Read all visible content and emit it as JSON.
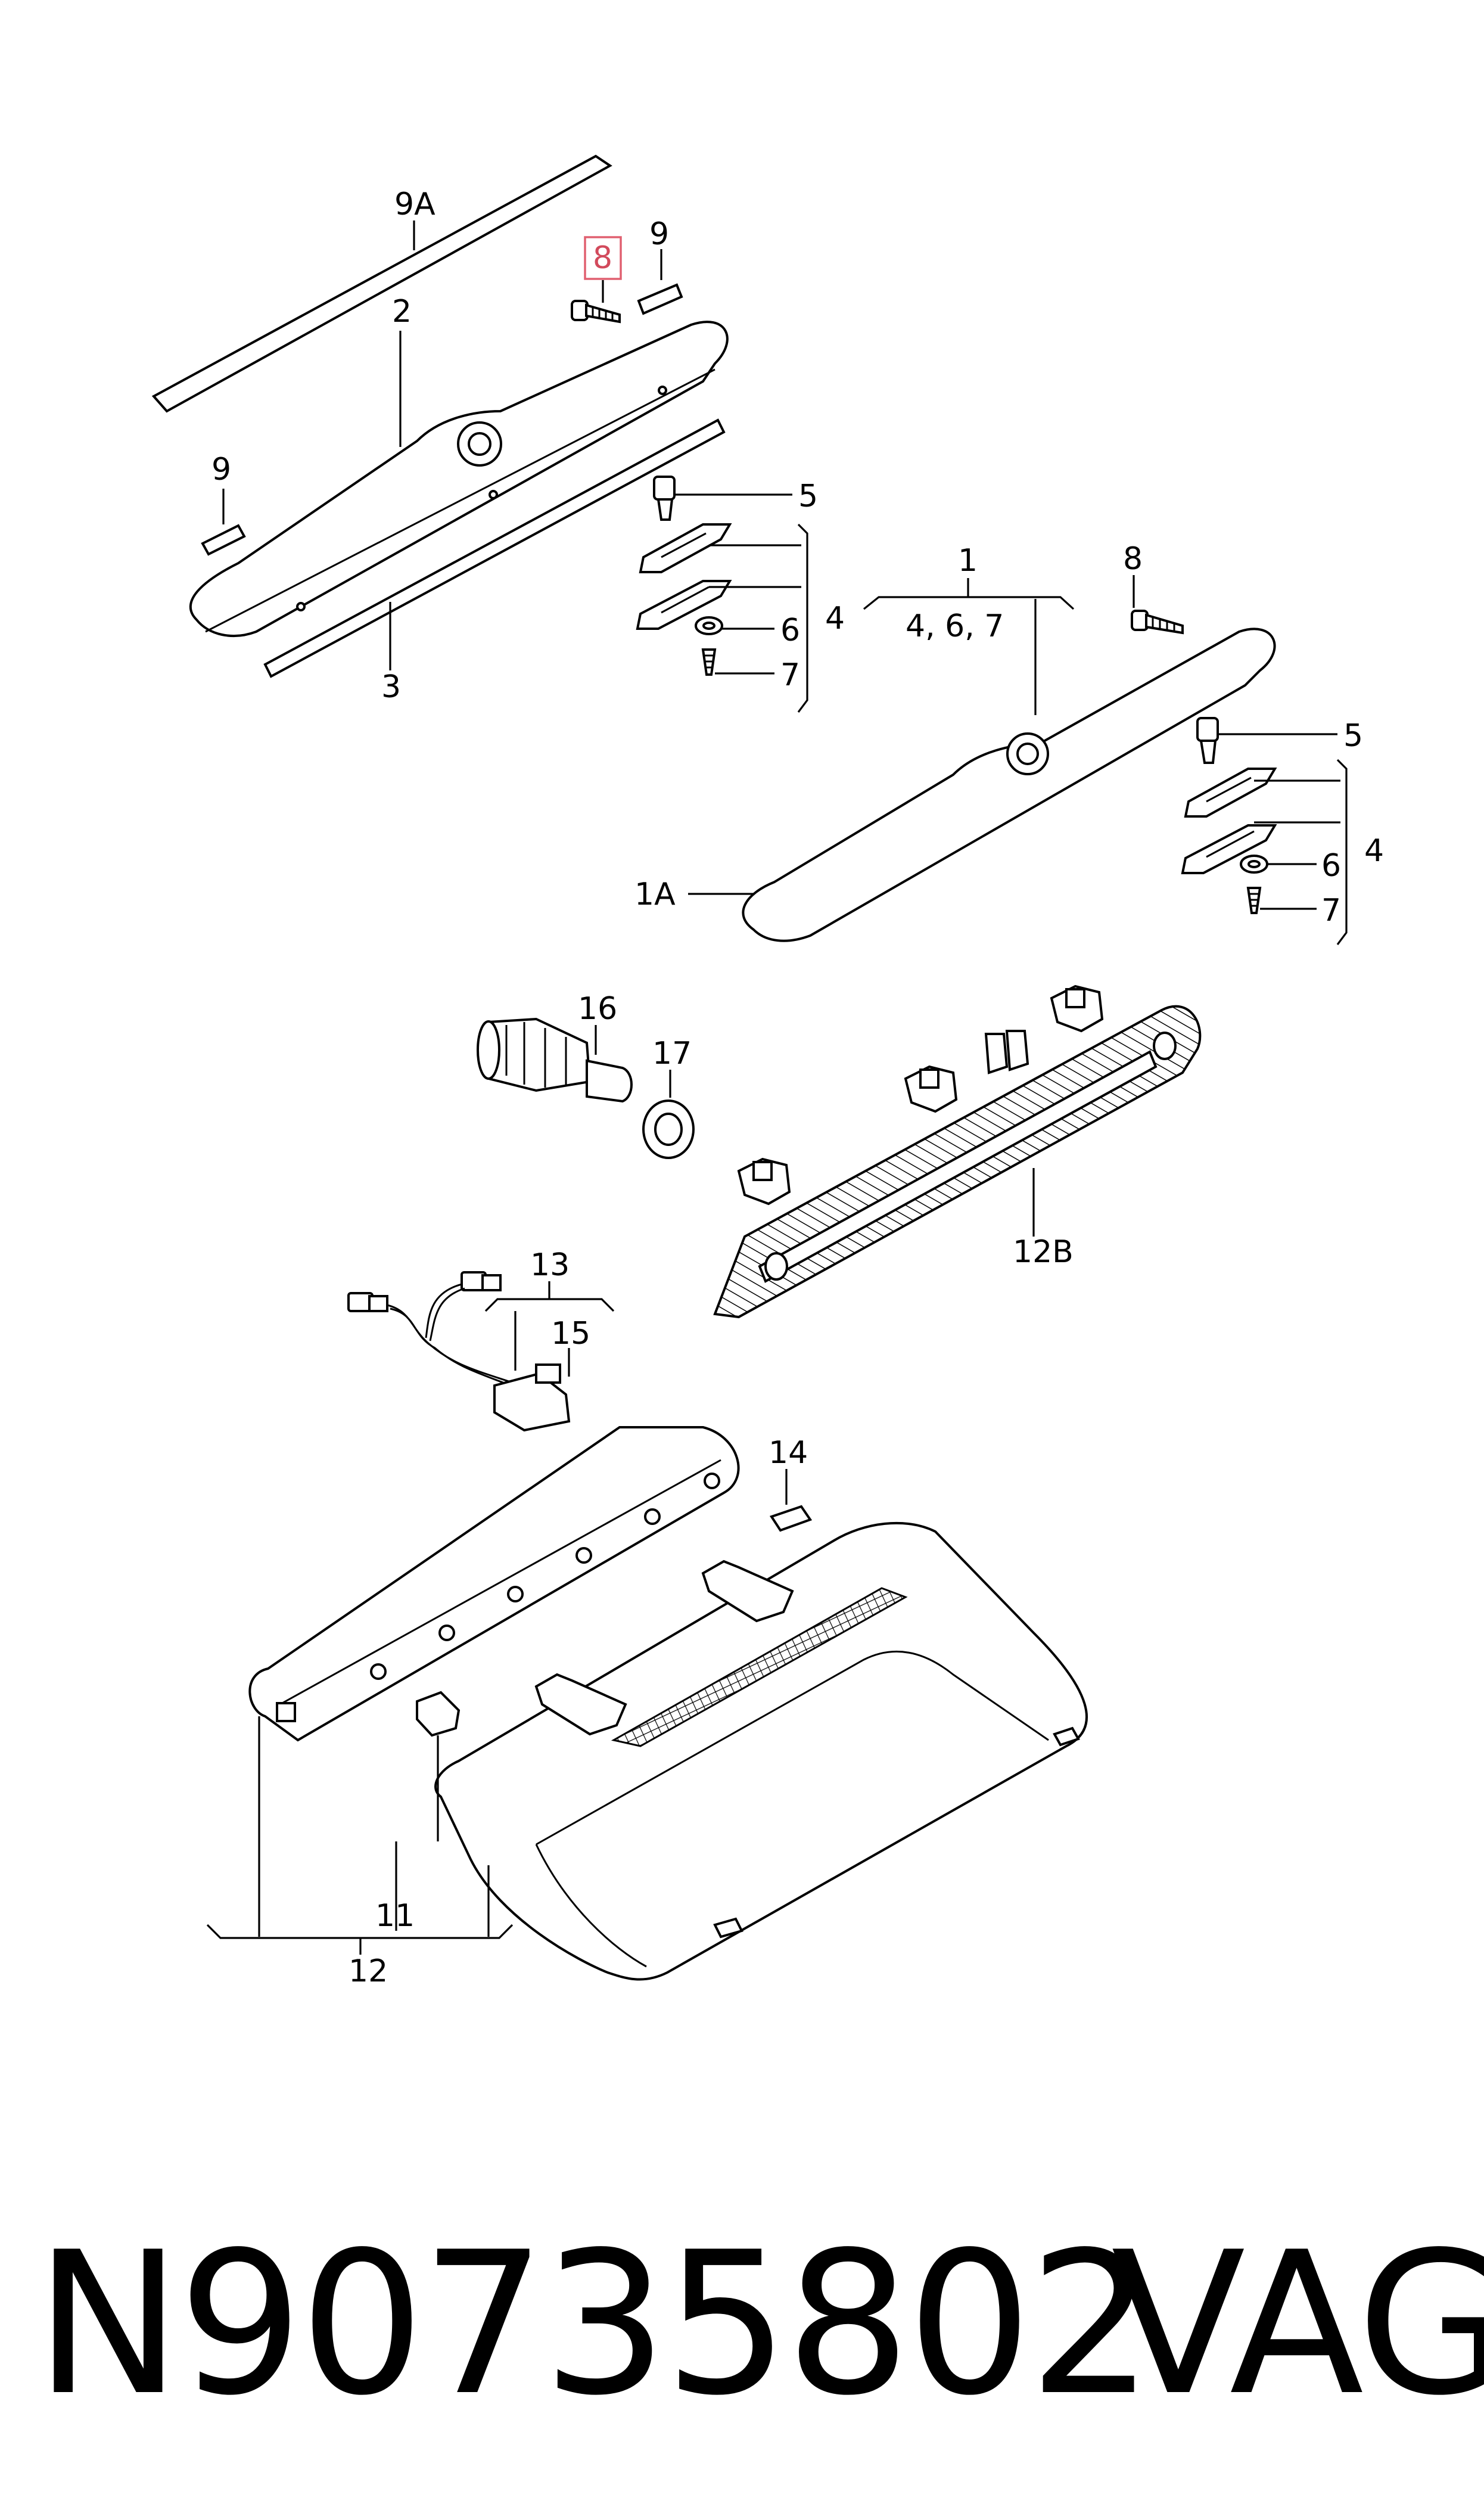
{
  "labels": {
    "l9a": "9A",
    "l8top": "8",
    "l9top": "9",
    "l2": "2",
    "l9left": "9",
    "l3": "3",
    "l5a": "5",
    "l4a": "4",
    "l6a": "6",
    "l7a": "7",
    "l1": "1",
    "l1sub": "4, 6, 7",
    "l8b": "8",
    "l5b": "5",
    "l4b": "4",
    "l6b": "6",
    "l7b": "7",
    "l1a": "1A",
    "l16": "16",
    "l17": "17",
    "l12b": "12B",
    "l13": "13",
    "l15": "15",
    "l14": "14",
    "l11": "11",
    "l12": "12"
  },
  "highlight": {
    "part": "8",
    "color": "#e06070"
  },
  "footer": {
    "part_number": "N90735802",
    "brand": "VAG"
  }
}
